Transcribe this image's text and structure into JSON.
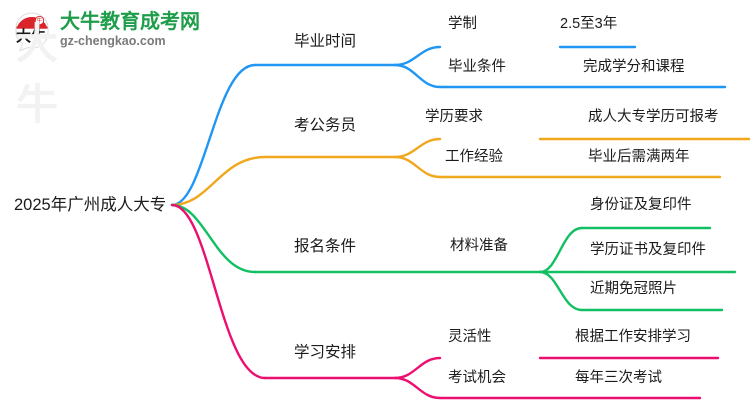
{
  "logo": {
    "mark_text": "大牛",
    "title": "大牛教育成考网",
    "subtitle": "gz-chengkao.com",
    "brand_green": "#1e9e4a",
    "brand_red": "#d9252a"
  },
  "mindmap": {
    "root": {
      "label": "2025年广州成人大专"
    },
    "branches": [
      {
        "label": "毕业时间",
        "color": "#2196f3",
        "children": [
          {
            "label": "学制",
            "value": "2.5至3年"
          },
          {
            "label": "毕业条件",
            "value": "完成学分和课程"
          }
        ]
      },
      {
        "label": "考公务员",
        "color": "#f0a81e",
        "children": [
          {
            "label": "学历要求",
            "value": "成人大专学历可报考"
          },
          {
            "label": "工作经验",
            "value": "毕业后需满两年"
          }
        ]
      },
      {
        "label": "报名条件",
        "color": "#12bf62",
        "children": [
          {
            "label": "材料准备",
            "values": [
              "身份证及复印件",
              "学历证书及复印件",
              "近期免冠照片"
            ]
          }
        ]
      },
      {
        "label": "学习安排",
        "color": "#ec0f70",
        "children": [
          {
            "label": "灵活性",
            "value": "根据工作安排学习"
          },
          {
            "label": "考试机会",
            "value": "每年三次考试"
          }
        ]
      }
    ]
  }
}
